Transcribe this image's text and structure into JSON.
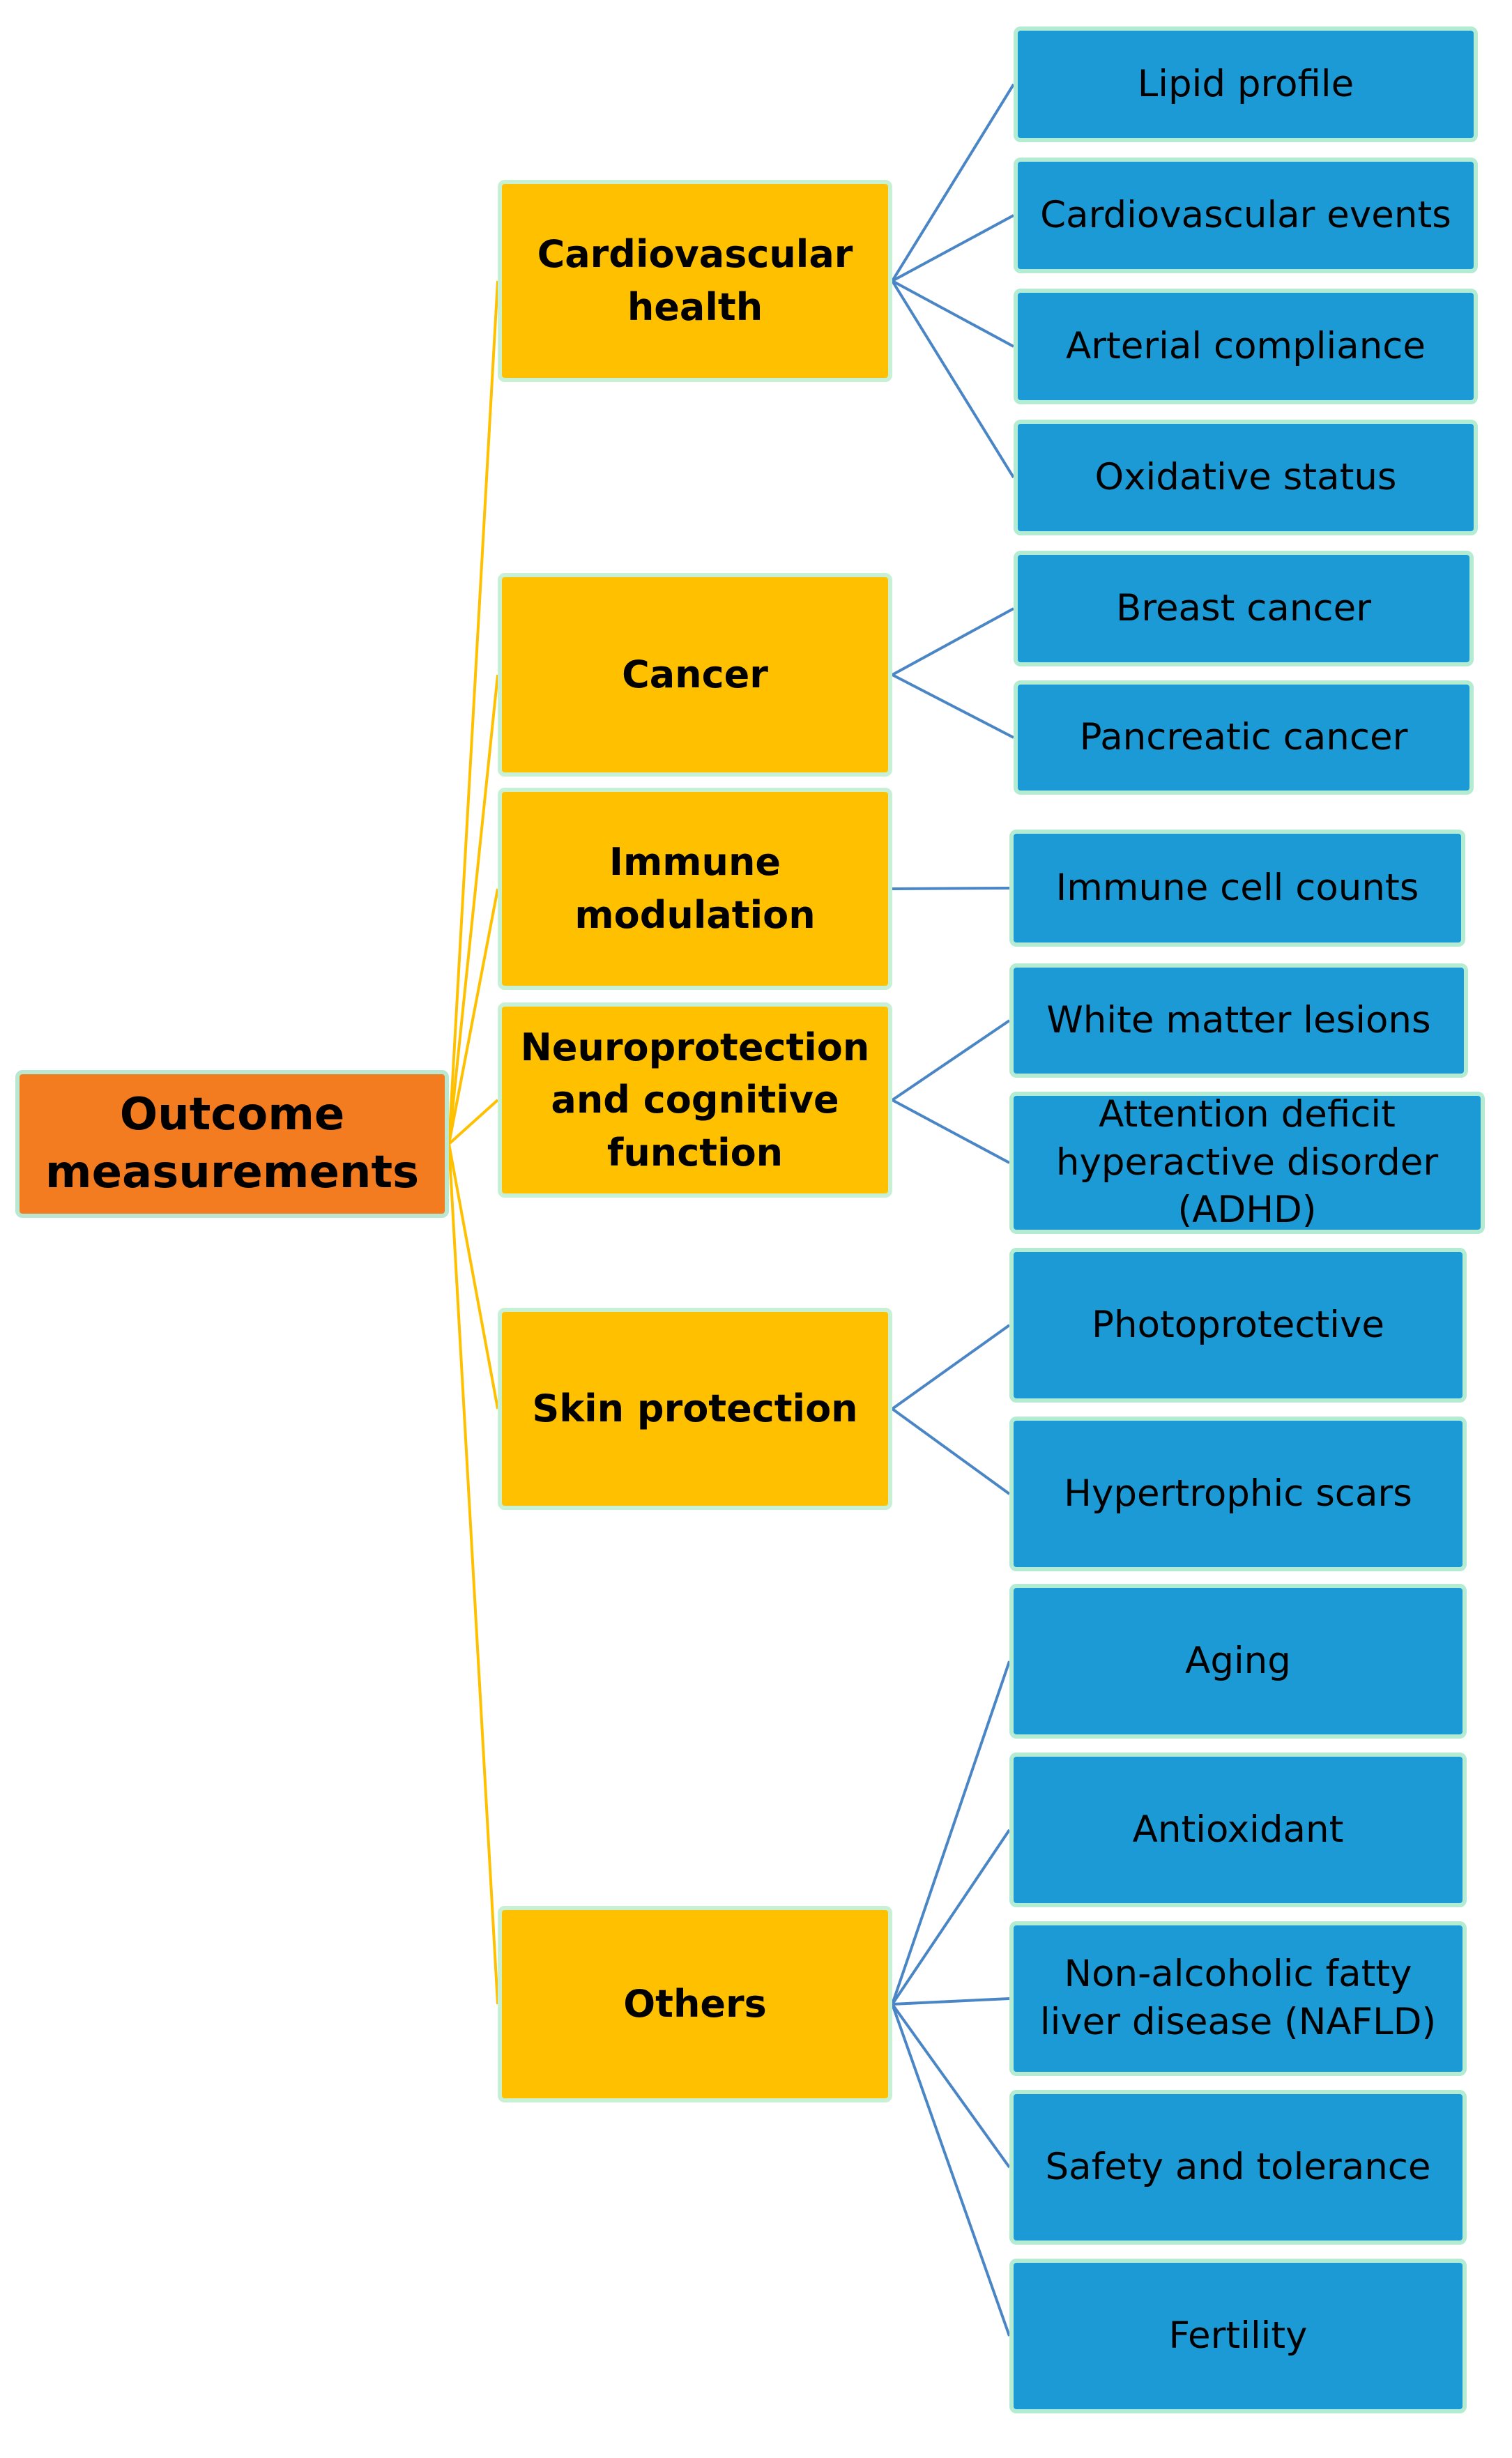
{
  "root": {
    "label": "Outcome\nmeasurements"
  },
  "categories": [
    {
      "id": "cardiovascular",
      "label": "Cardiovascular\nhealth",
      "children": [
        "Lipid profile",
        "Cardiovascular events",
        "Arterial compliance",
        "Oxidative status"
      ]
    },
    {
      "id": "cancer",
      "label": "Cancer",
      "children": [
        "Breast cancer",
        "Pancreatic cancer"
      ]
    },
    {
      "id": "immune",
      "label": "Immune\nmodulation",
      "children": [
        "Immune  cell counts"
      ]
    },
    {
      "id": "neuro",
      "label": "Neuroprotection\nand cognitive\nfunction",
      "children": [
        "White matter lesions",
        "Attention deficit\nhyperactive disorder\n(ADHD)"
      ]
    },
    {
      "id": "skin",
      "label": "Skin protection",
      "children": [
        "Photoprotective",
        "Hypertrophic  scars"
      ]
    },
    {
      "id": "others",
      "label": "Others",
      "children": [
        "Aging",
        "Antioxidant",
        "Non-alcoholic fatty\nliver disease (NAFLD)",
        "Safety and tolerance",
        "Fertility"
      ]
    }
  ],
  "colors": {
    "root_fill": "#f47c20",
    "category_fill": "#ffc000",
    "leaf_fill": "#1b9ad6",
    "category_connector": "#ffc000",
    "leaf_connector": "#4a86c5"
  }
}
